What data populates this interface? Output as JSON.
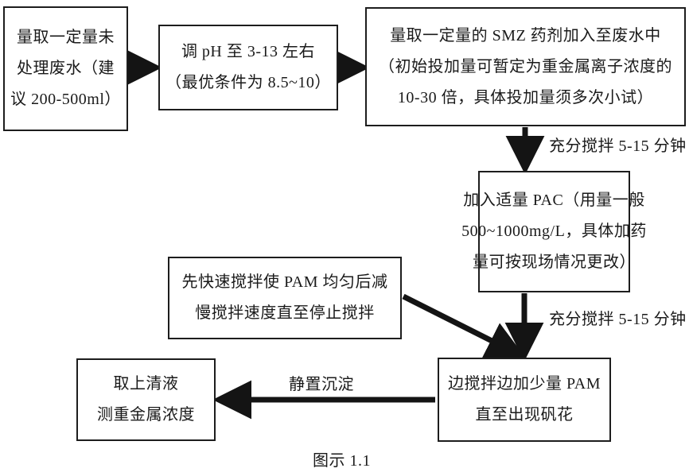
{
  "diagram": {
    "caption": "图示 1.1",
    "nodes": {
      "intake": {
        "lines": [
          "量取一定量未",
          "处理废水（建",
          "议 200-500ml）"
        ]
      },
      "ph": {
        "lines": [
          "调 pH 至 3-13 左右",
          "（最优条件为 8.5~10）"
        ]
      },
      "smz": {
        "lines": [
          "量取一定量的 SMZ 药剂加入至废水中",
          "（初始投加量可暂定为重金属离子浓度的",
          "10-30 倍，具体投加量须多次小试）"
        ]
      },
      "pac": {
        "lines": [
          "加入适量 PAC（用量一般",
          "500~1000mg/L，具体加药",
          "量可按现场情况更改）"
        ]
      },
      "pam_stir": {
        "lines": [
          "先快速搅拌使 PAM 均匀后减",
          "慢搅拌速度直至停止搅拌"
        ]
      },
      "pam_add": {
        "lines": [
          "边搅拌边加少量 PAM",
          "直至出现矾花"
        ]
      },
      "sample": {
        "lines": [
          "取上清液",
          "测重金属浓度"
        ]
      }
    },
    "edge_labels": {
      "mix_1": "充分搅拌 5-15 分钟",
      "mix_2": "充分搅拌 5-15 分钟",
      "settle": "静置沉淀"
    },
    "colors": {
      "stroke": "#1d1d1d",
      "text": "#1a1a1a",
      "background": "#ffffff"
    }
  }
}
